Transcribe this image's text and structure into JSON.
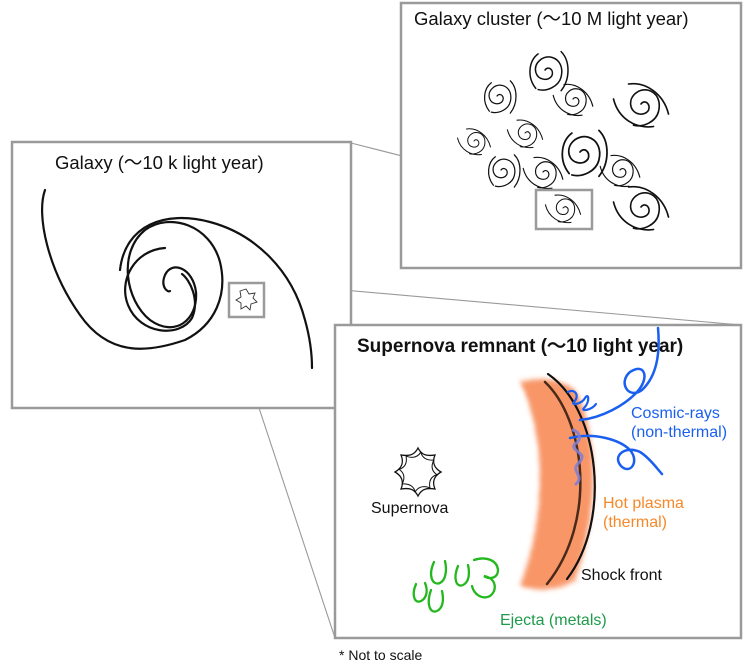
{
  "panels": {
    "cluster": {
      "title": "Galaxy cluster (〜10 M light year)"
    },
    "galaxy": {
      "title": "Galaxy (〜10 k light year)"
    },
    "remnant": {
      "title": "Supernova remnant (〜10 light year)"
    }
  },
  "labels": {
    "supernova": "Supernova",
    "cosmic_rays_1": "Cosmic-rays",
    "cosmic_rays_2": "(non-thermal)",
    "hot_plasma_1": "Hot plasma",
    "hot_plasma_2": "(thermal)",
    "shock_front": "Shock front",
    "ejecta": "Ejecta (metals)"
  },
  "footnote": "* Not to scale",
  "colors": {
    "cosmic_rays": "#1a5ff0",
    "hot_plasma": "#f5892a",
    "plasma_fill": "#f77f4a",
    "ejecta_stroke": "#22b81e",
    "ejecta_text": "#1f9a4a",
    "box_border": "#9a9a9a",
    "text": "#111111"
  }
}
